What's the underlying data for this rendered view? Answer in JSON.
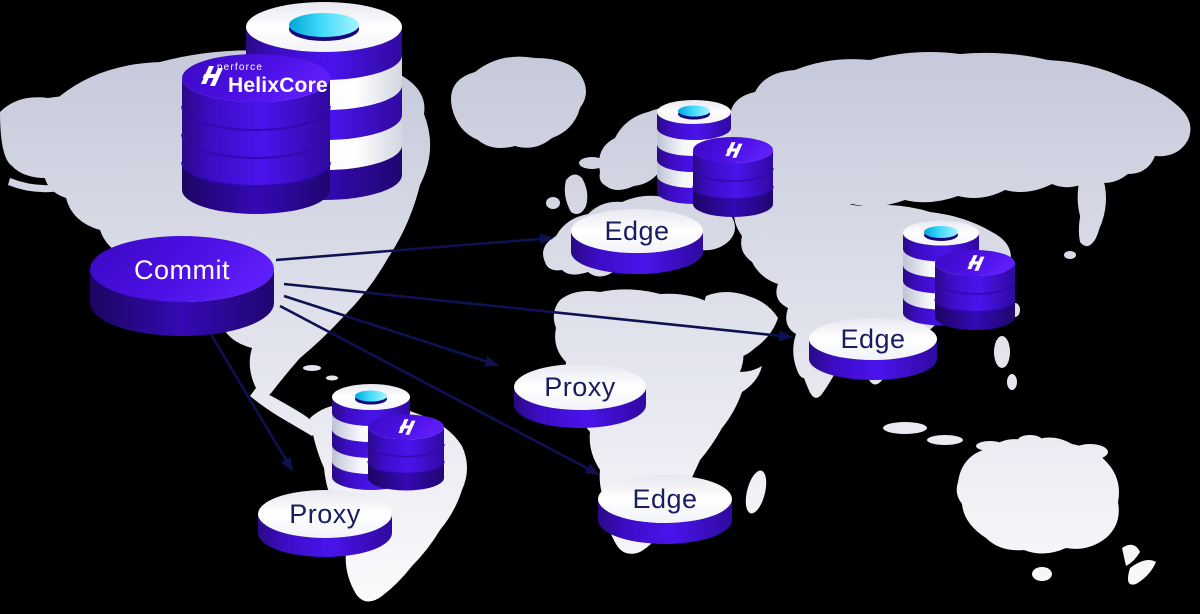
{
  "brand": {
    "company": "perforce",
    "product": "HelixCore"
  },
  "nodes": {
    "commit": {
      "label": "Commit"
    },
    "edge_europe": {
      "label": "Edge"
    },
    "edge_asia": {
      "label": "Edge"
    },
    "edge_africa": {
      "label": "Edge"
    },
    "proxy_africa": {
      "label": "Proxy"
    },
    "proxy_south_america": {
      "label": "Proxy"
    }
  },
  "connections": [
    {
      "from": "commit",
      "to": "edge_europe"
    },
    {
      "from": "commit",
      "to": "edge_asia"
    },
    {
      "from": "commit",
      "to": "proxy_africa"
    },
    {
      "from": "commit",
      "to": "edge_africa"
    },
    {
      "from": "commit",
      "to": "proxy_south_america"
    }
  ],
  "colors": {
    "background": "#000000",
    "map_land_top": "#c5c8d9",
    "map_land_bottom": "#fafbfd",
    "primary_purple": "#4712ea",
    "deep_purple": "#2a0a85",
    "cyan_accent": "#3fd9f9",
    "arrow_navy": "#0e1152",
    "label_navy": "#181d60"
  }
}
